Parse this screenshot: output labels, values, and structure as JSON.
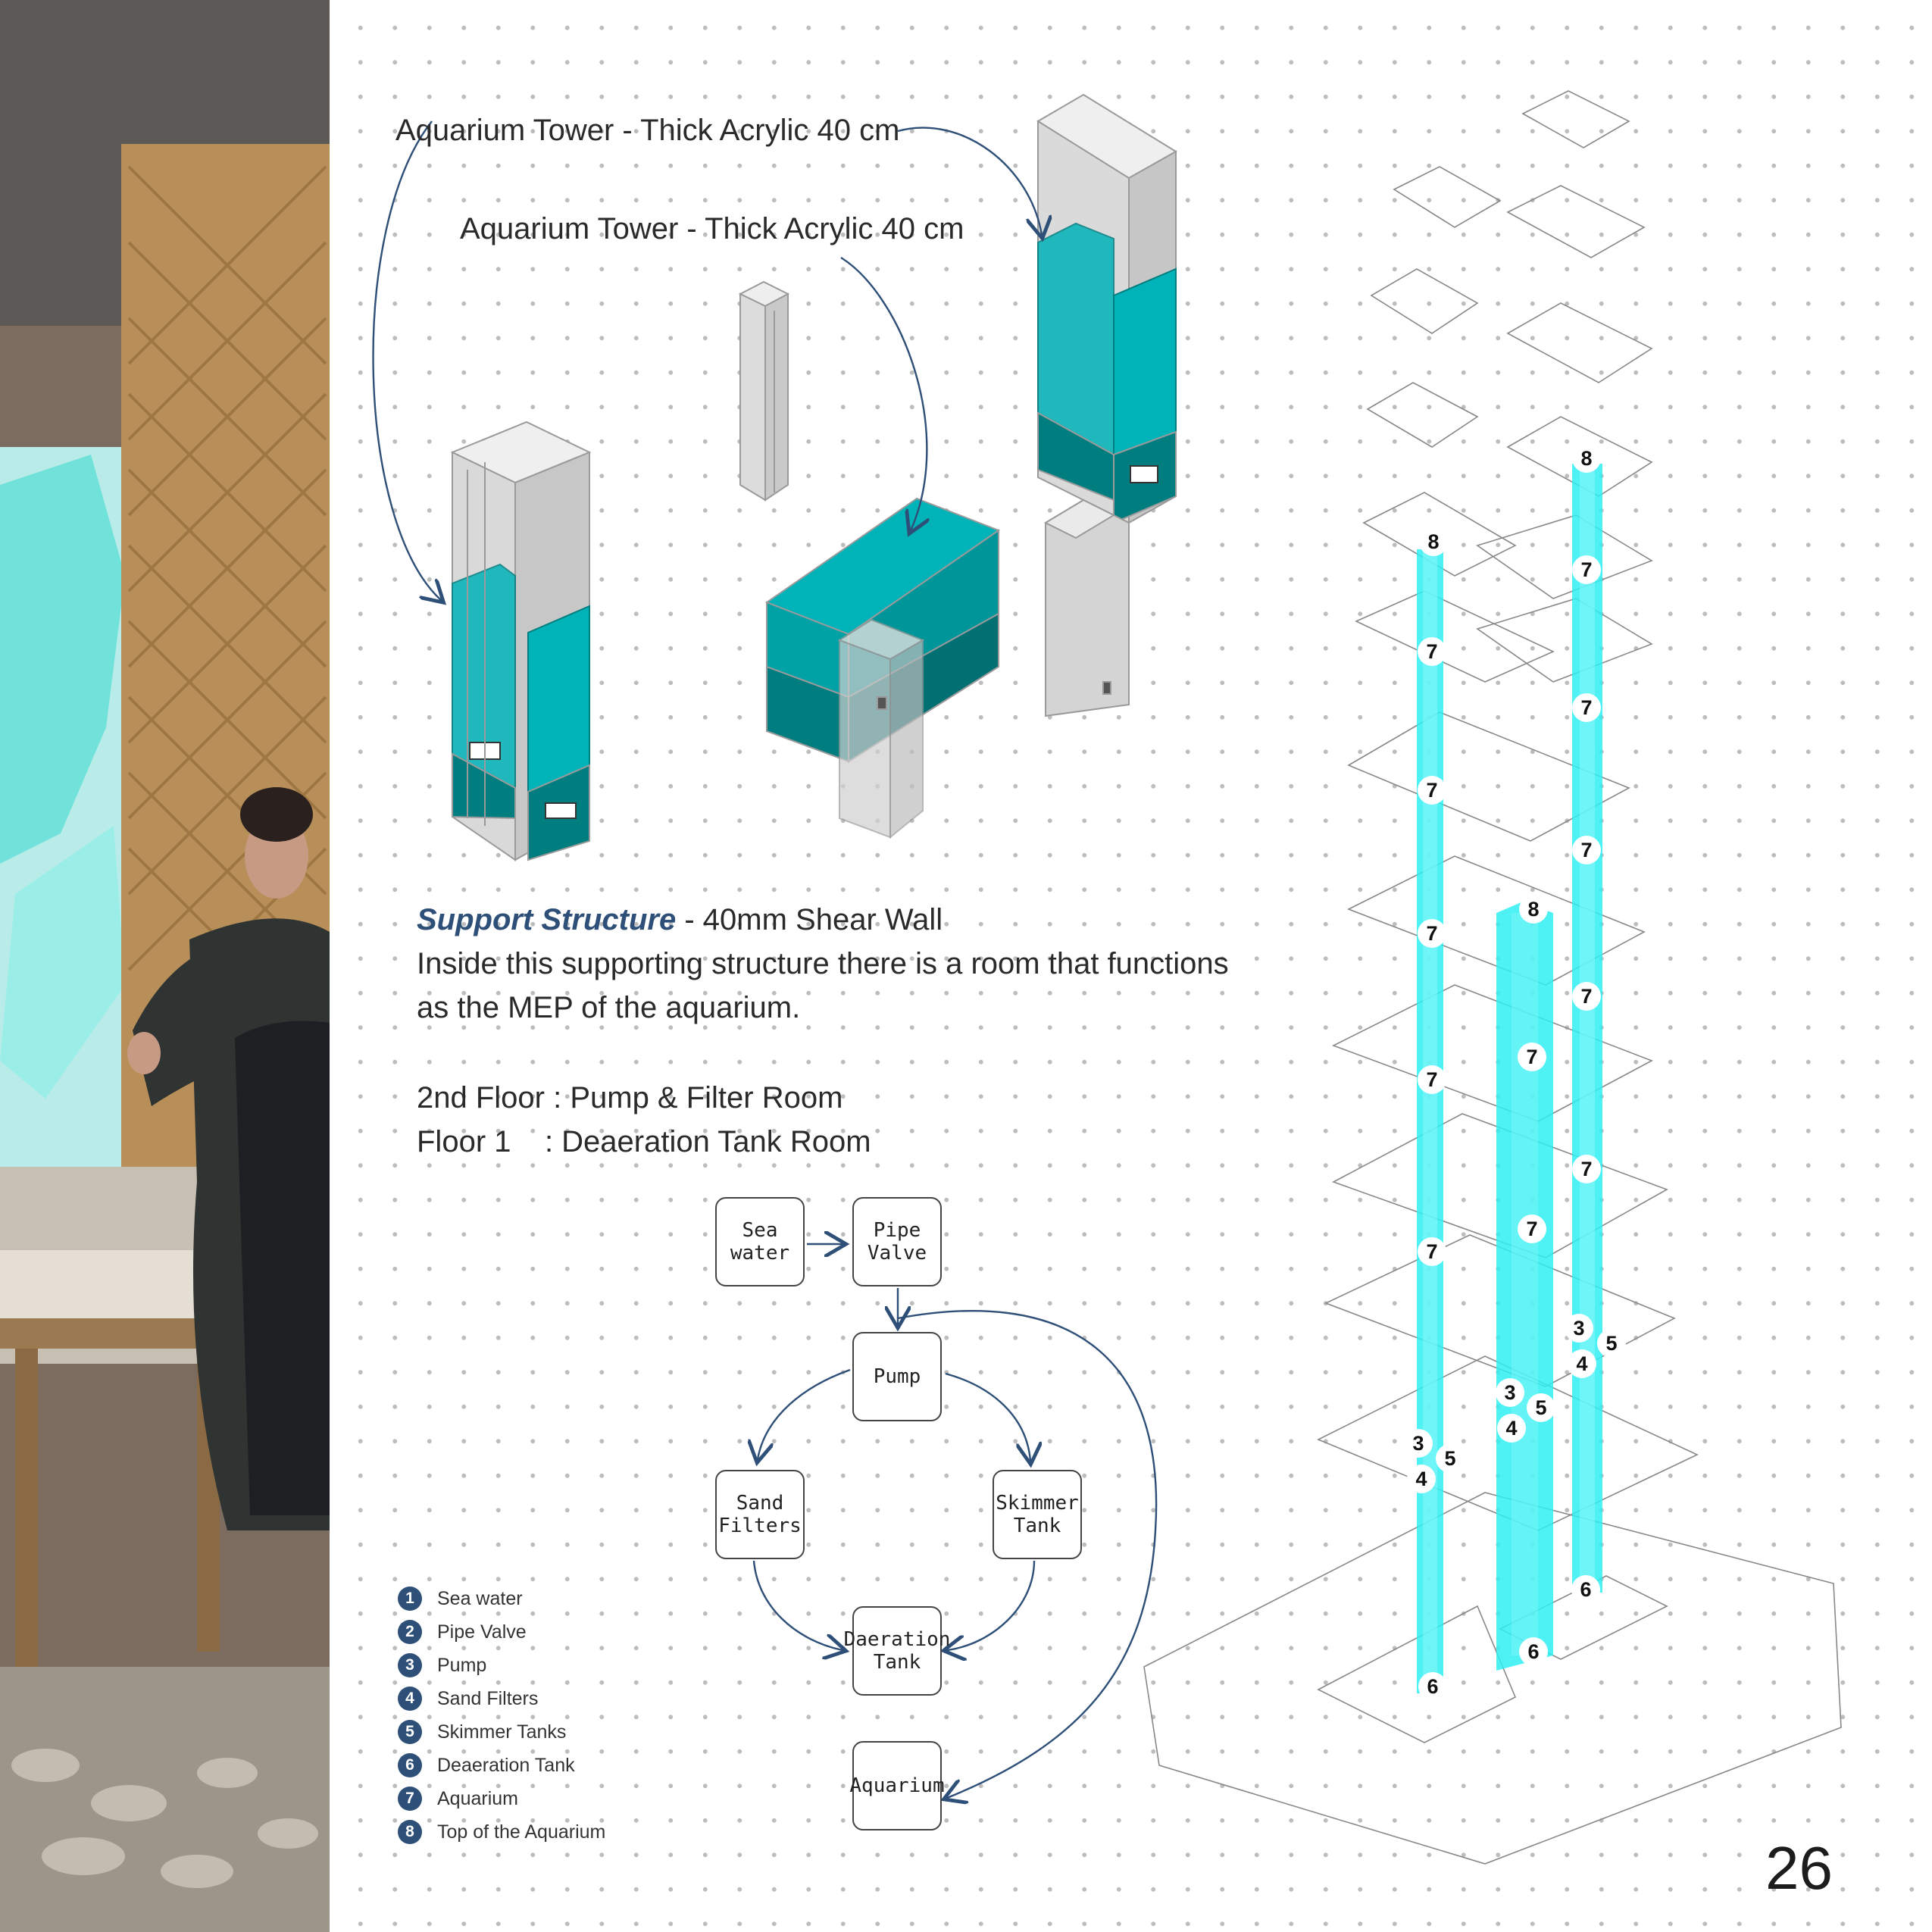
{
  "titles": {
    "tower_label_1": "Aquarium Tower - Thick Acrylic 40 cm",
    "tower_label_2": "Aquarium Tower - Thick Acrylic 40 cm"
  },
  "support": {
    "heading": "Support Structure",
    "heading_suffix": " - 40mm Shear Wall",
    "body_line_1": "Inside this supporting structure there is a room that functions",
    "body_line_2": "as the MEP of the aquarium."
  },
  "floors": {
    "line_1": "2nd Floor : Pump & Filter Room",
    "line_2": "Floor 1    : Deaeration Tank Room"
  },
  "flow": {
    "sea_water": "Sea water",
    "pipe_valve": "Pipe Valve",
    "pump": "Pump",
    "sand_filters": "Sand Filters",
    "skimmer_tank": "Skimmer Tank",
    "daeration_tank": "Daeration Tank",
    "aquarium": "Aquarium"
  },
  "legend": [
    {
      "num": "1",
      "label": "Sea water"
    },
    {
      "num": "2",
      "label": "Pipe Valve"
    },
    {
      "num": "3",
      "label": "Pump"
    },
    {
      "num": "4",
      "label": "Sand Filters"
    },
    {
      "num": "5",
      "label": "Skimmer Tanks"
    },
    {
      "num": "6",
      "label": "Deaeration Tank"
    },
    {
      "num": "7",
      "label": "Aquarium"
    },
    {
      "num": "8",
      "label": "Top of the Aquarium"
    }
  ],
  "badges": {
    "b8": "8",
    "b7": "7",
    "b6": "6",
    "b5": "5",
    "b4": "4",
    "b3": "3"
  },
  "page_number": "26",
  "colors": {
    "teal": "#00b3b8",
    "teal_dark": "#007d7f",
    "cyan": "#2ff0f2",
    "navy": "#2e4f77",
    "grey": "#d8d8d8"
  }
}
